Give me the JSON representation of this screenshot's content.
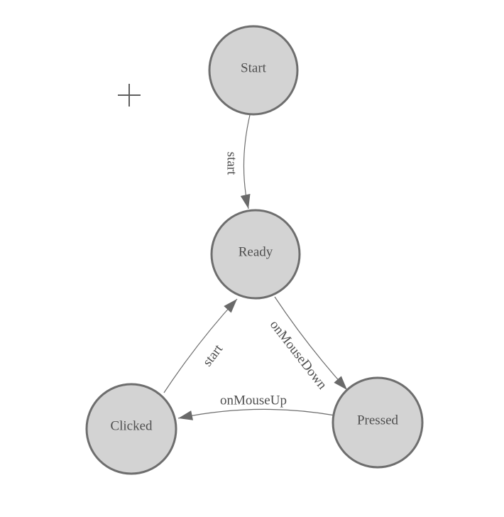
{
  "diagram": {
    "type": "state-machine",
    "colors": {
      "background": "#ffffff",
      "node_fill": "#d3d3d3",
      "node_border": "#6e6e6e",
      "edge": "#6e6e6e",
      "arrowhead": "#696969",
      "text": "#4f4f4f"
    },
    "cursor": {
      "icon": "crosshair-plus-icon"
    },
    "nodes": [
      {
        "id": "start",
        "label": "Start"
      },
      {
        "id": "ready",
        "label": "Ready"
      },
      {
        "id": "clicked",
        "label": "Clicked"
      },
      {
        "id": "pressed",
        "label": "Pressed"
      }
    ],
    "edges": [
      {
        "from": "Start",
        "to": "Ready",
        "label": "start"
      },
      {
        "from": "Ready",
        "to": "Pressed",
        "label": "onMouseDown"
      },
      {
        "from": "Pressed",
        "to": "Clicked",
        "label": "onMouseUp"
      },
      {
        "from": "Clicked",
        "to": "Ready",
        "label": "start"
      }
    ]
  }
}
